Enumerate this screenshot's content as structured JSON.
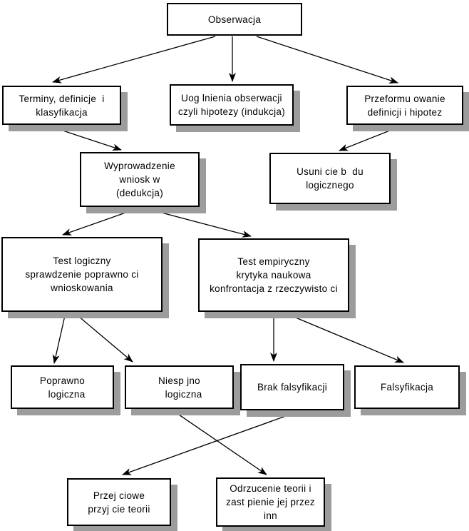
{
  "diagram": {
    "nodes": {
      "obserwacja": {
        "label": "Obserwacja"
      },
      "terminy": {
        "label": "Terminy, definicje  i\nklasyfikacja"
      },
      "uogolnienia": {
        "label": "Uog lnienia obserwacji\nczyli hipotezy (indukcja)"
      },
      "przeformulowanie": {
        "label": "Przeformu owanie\ndefinicji i hipotez"
      },
      "wyprowadzenie": {
        "label": "Wyprowadzenie\nwniosk w\n(dedukcja)"
      },
      "usuniecie": {
        "label": "Usuni cie b  du\nlogicznego"
      },
      "test_logiczny": {
        "label": "Test logiczny\nsprawdzenie poprawno ci\nwnioskowania"
      },
      "test_empiryczny": {
        "label": "Test empiryczny\nkrytyka naukowa\nkonfrontacja z rzeczywisto ci"
      },
      "poprawnosc": {
        "label": "Poprawno\n   logiczna"
      },
      "niespojnosc": {
        "label": "Niesp jno\n   logiczna"
      },
      "brak_falsyfikacji": {
        "label": "Brak falsyfikacji"
      },
      "falsyfikacja": {
        "label": "Falsyfikacja"
      },
      "przejsciowe": {
        "label": "Przej ciowe\nprzyj cie teorii"
      },
      "odrzucenie": {
        "label": "Odrzucenie teorii i\nzast pienie jej przez\ninn"
      }
    },
    "edges": [
      {
        "from": "obserwacja",
        "to": "terminy"
      },
      {
        "from": "obserwacja",
        "to": "uogolnienia"
      },
      {
        "from": "obserwacja",
        "to": "przeformulowanie"
      },
      {
        "from": "terminy",
        "to": "wyprowadzenie"
      },
      {
        "from": "przeformulowanie",
        "to": "usuniecie"
      },
      {
        "from": "wyprowadzenie",
        "to": "test_logiczny"
      },
      {
        "from": "wyprowadzenie",
        "to": "test_empiryczny"
      },
      {
        "from": "test_logiczny",
        "to": "poprawnosc"
      },
      {
        "from": "test_logiczny",
        "to": "niespojnosc"
      },
      {
        "from": "test_empiryczny",
        "to": "brak_falsyfikacji"
      },
      {
        "from": "test_empiryczny",
        "to": "falsyfikacja"
      },
      {
        "from": "niespojnosc",
        "to": "odrzucenie"
      },
      {
        "from": "brak_falsyfikacji",
        "to": "przejsciowe"
      }
    ],
    "colors": {
      "box_border": "#000000",
      "box_shadow": "#9c9c9c",
      "background": "#ffffff"
    }
  }
}
